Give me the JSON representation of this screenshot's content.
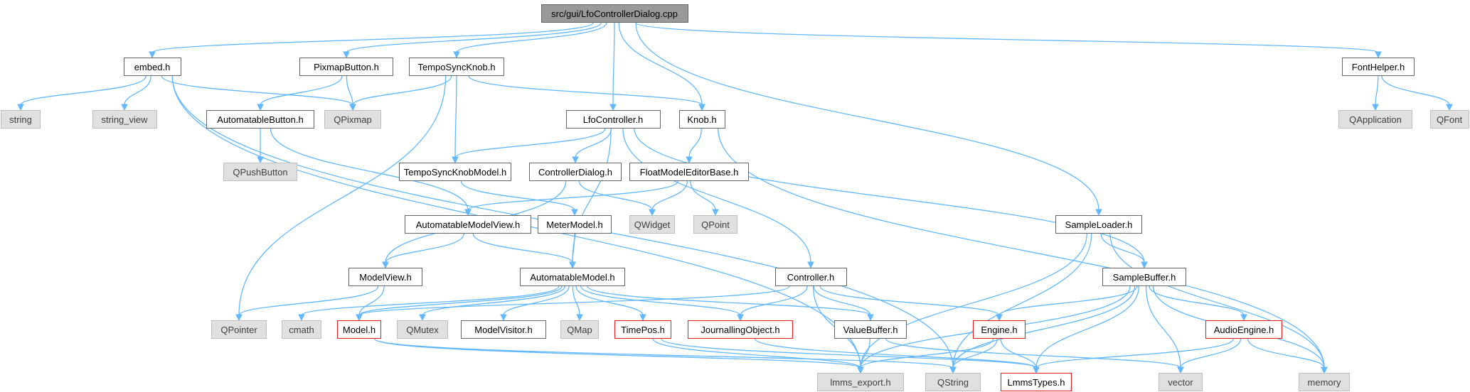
{
  "graph": {
    "title": "",
    "colors": {
      "edge": "#63b8ff",
      "root_fill": "#999999",
      "header_border": "#666666",
      "external_fill": "#e0e0e0",
      "truncated_border": "#e61c1c"
    },
    "nodes": {
      "root": {
        "label": "src/gui/LfoControllerDialog.cpp",
        "kind": "root"
      },
      "embed": {
        "label": "embed.h",
        "kind": "header"
      },
      "pixmapbutton": {
        "label": "PixmapButton.h",
        "kind": "header"
      },
      "temposyncknob": {
        "label": "TempoSyncKnob.h",
        "kind": "header"
      },
      "fonthelper": {
        "label": "FontHelper.h",
        "kind": "header"
      },
      "string": {
        "label": "string",
        "kind": "external"
      },
      "string_view": {
        "label": "string_view",
        "kind": "external"
      },
      "qpixmap": {
        "label": "QPixmap",
        "kind": "external"
      },
      "automatablebutton": {
        "label": "AutomatableButton.h",
        "kind": "header"
      },
      "lfocontroller": {
        "label": "LfoController.h",
        "kind": "header"
      },
      "knob": {
        "label": "Knob.h",
        "kind": "header"
      },
      "qapplication": {
        "label": "QApplication",
        "kind": "external"
      },
      "qfont": {
        "label": "QFont",
        "kind": "external"
      },
      "qpushbutton": {
        "label": "QPushButton",
        "kind": "external"
      },
      "temposyncknobmodel": {
        "label": "TempoSyncKnobModel.h",
        "kind": "header"
      },
      "controllerdialog": {
        "label": "ControllerDialog.h",
        "kind": "header"
      },
      "floatmodeleditorbase": {
        "label": "FloatModelEditorBase.h",
        "kind": "header"
      },
      "automatablemodelview": {
        "label": "AutomatableModelView.h",
        "kind": "header"
      },
      "metermodel": {
        "label": "MeterModel.h",
        "kind": "header"
      },
      "qwidget": {
        "label": "QWidget",
        "kind": "external"
      },
      "qpoint": {
        "label": "QPoint",
        "kind": "external"
      },
      "sampleloader": {
        "label": "SampleLoader.h",
        "kind": "header"
      },
      "modelview": {
        "label": "ModelView.h",
        "kind": "header"
      },
      "automatablemodel": {
        "label": "AutomatableModel.h",
        "kind": "header"
      },
      "controller": {
        "label": "Controller.h",
        "kind": "header"
      },
      "samplebuffer": {
        "label": "SampleBuffer.h",
        "kind": "header"
      },
      "qpointer": {
        "label": "QPointer",
        "kind": "external"
      },
      "cmath": {
        "label": "cmath",
        "kind": "external"
      },
      "model": {
        "label": "Model.h",
        "kind": "truncated"
      },
      "qmutex": {
        "label": "QMutex",
        "kind": "external"
      },
      "modelvisitor": {
        "label": "ModelVisitor.h",
        "kind": "header"
      },
      "qmap": {
        "label": "QMap",
        "kind": "external"
      },
      "timepos": {
        "label": "TimePos.h",
        "kind": "truncated"
      },
      "journallingobject": {
        "label": "JournallingObject.h",
        "kind": "truncated"
      },
      "valuebuffer": {
        "label": "ValueBuffer.h",
        "kind": "header"
      },
      "engine": {
        "label": "Engine.h",
        "kind": "truncated"
      },
      "audioengine": {
        "label": "AudioEngine.h",
        "kind": "truncated"
      },
      "lmms_export": {
        "label": "lmms_export.h",
        "kind": "external"
      },
      "qstring": {
        "label": "QString",
        "kind": "external"
      },
      "lmmstypes": {
        "label": "LmmsTypes.h",
        "kind": "truncated"
      },
      "vector": {
        "label": "vector",
        "kind": "external"
      },
      "memory": {
        "label": "memory",
        "kind": "external"
      }
    },
    "edges": [
      [
        "root",
        "embed"
      ],
      [
        "root",
        "pixmapbutton"
      ],
      [
        "root",
        "temposyncknob"
      ],
      [
        "root",
        "lfocontroller"
      ],
      [
        "root",
        "knob"
      ],
      [
        "root",
        "sampleloader"
      ],
      [
        "root",
        "fonthelper"
      ],
      [
        "embed",
        "string"
      ],
      [
        "embed",
        "string_view"
      ],
      [
        "embed",
        "qpixmap"
      ],
      [
        "embed",
        "lmms_export"
      ],
      [
        "embed",
        "qstring"
      ],
      [
        "pixmapbutton",
        "automatablebutton"
      ],
      [
        "pixmapbutton",
        "qpixmap"
      ],
      [
        "temposyncknob",
        "qpixmap"
      ],
      [
        "temposyncknob",
        "knob"
      ],
      [
        "temposyncknob",
        "temposyncknobmodel"
      ],
      [
        "temposyncknob",
        "qpointer"
      ],
      [
        "fonthelper",
        "qapplication"
      ],
      [
        "fonthelper",
        "qfont"
      ],
      [
        "automatablebutton",
        "qpushbutton"
      ],
      [
        "automatablebutton",
        "automatablemodelview"
      ],
      [
        "lfocontroller",
        "temposyncknobmodel"
      ],
      [
        "lfocontroller",
        "controllerdialog"
      ],
      [
        "lfocontroller",
        "automatablemodel"
      ],
      [
        "lfocontroller",
        "controller"
      ],
      [
        "lfocontroller",
        "samplebuffer"
      ],
      [
        "knob",
        "floatmodeleditorbase"
      ],
      [
        "knob",
        "memory"
      ],
      [
        "temposyncknobmodel",
        "metermodel"
      ],
      [
        "controllerdialog",
        "modelview"
      ],
      [
        "controllerdialog",
        "qwidget"
      ],
      [
        "floatmodeleditorbase",
        "automatablemodelview"
      ],
      [
        "floatmodeleditorbase",
        "qwidget"
      ],
      [
        "floatmodeleditorbase",
        "qpoint"
      ],
      [
        "automatablemodelview",
        "modelview"
      ],
      [
        "automatablemodelview",
        "automatablemodel"
      ],
      [
        "metermodel",
        "automatablemodel"
      ],
      [
        "sampleloader",
        "samplebuffer"
      ],
      [
        "sampleloader",
        "lmms_export"
      ],
      [
        "sampleloader",
        "qstring"
      ],
      [
        "sampleloader",
        "memory"
      ],
      [
        "modelview",
        "qpointer"
      ],
      [
        "modelview",
        "model"
      ],
      [
        "automatablemodel",
        "cmath"
      ],
      [
        "automatablemodel",
        "model"
      ],
      [
        "automatablemodel",
        "qmutex"
      ],
      [
        "automatablemodel",
        "modelvisitor"
      ],
      [
        "automatablemodel",
        "qmap"
      ],
      [
        "automatablemodel",
        "timepos"
      ],
      [
        "automatablemodel",
        "journallingobject"
      ],
      [
        "automatablemodel",
        "valuebuffer"
      ],
      [
        "controller",
        "model"
      ],
      [
        "controller",
        "journallingobject"
      ],
      [
        "controller",
        "valuebuffer"
      ],
      [
        "controller",
        "engine"
      ],
      [
        "controller",
        "lmms_export"
      ],
      [
        "samplebuffer",
        "engine"
      ],
      [
        "samplebuffer",
        "audioengine"
      ],
      [
        "samplebuffer",
        "lmms_export"
      ],
      [
        "samplebuffer",
        "qstring"
      ],
      [
        "samplebuffer",
        "lmmstypes"
      ],
      [
        "samplebuffer",
        "vector"
      ],
      [
        "samplebuffer",
        "memory"
      ],
      [
        "model",
        "lmms_export"
      ],
      [
        "model",
        "qstring"
      ],
      [
        "timepos",
        "lmms_export"
      ],
      [
        "timepos",
        "lmmstypes"
      ],
      [
        "journallingobject",
        "lmmstypes"
      ],
      [
        "valuebuffer",
        "lmms_export"
      ],
      [
        "valuebuffer",
        "vector"
      ],
      [
        "engine",
        "lmms_export"
      ],
      [
        "engine",
        "qstring"
      ],
      [
        "engine",
        "lmmstypes"
      ],
      [
        "audioengine",
        "lmmstypes"
      ],
      [
        "audioengine",
        "vector"
      ],
      [
        "audioengine",
        "memory"
      ]
    ]
  }
}
